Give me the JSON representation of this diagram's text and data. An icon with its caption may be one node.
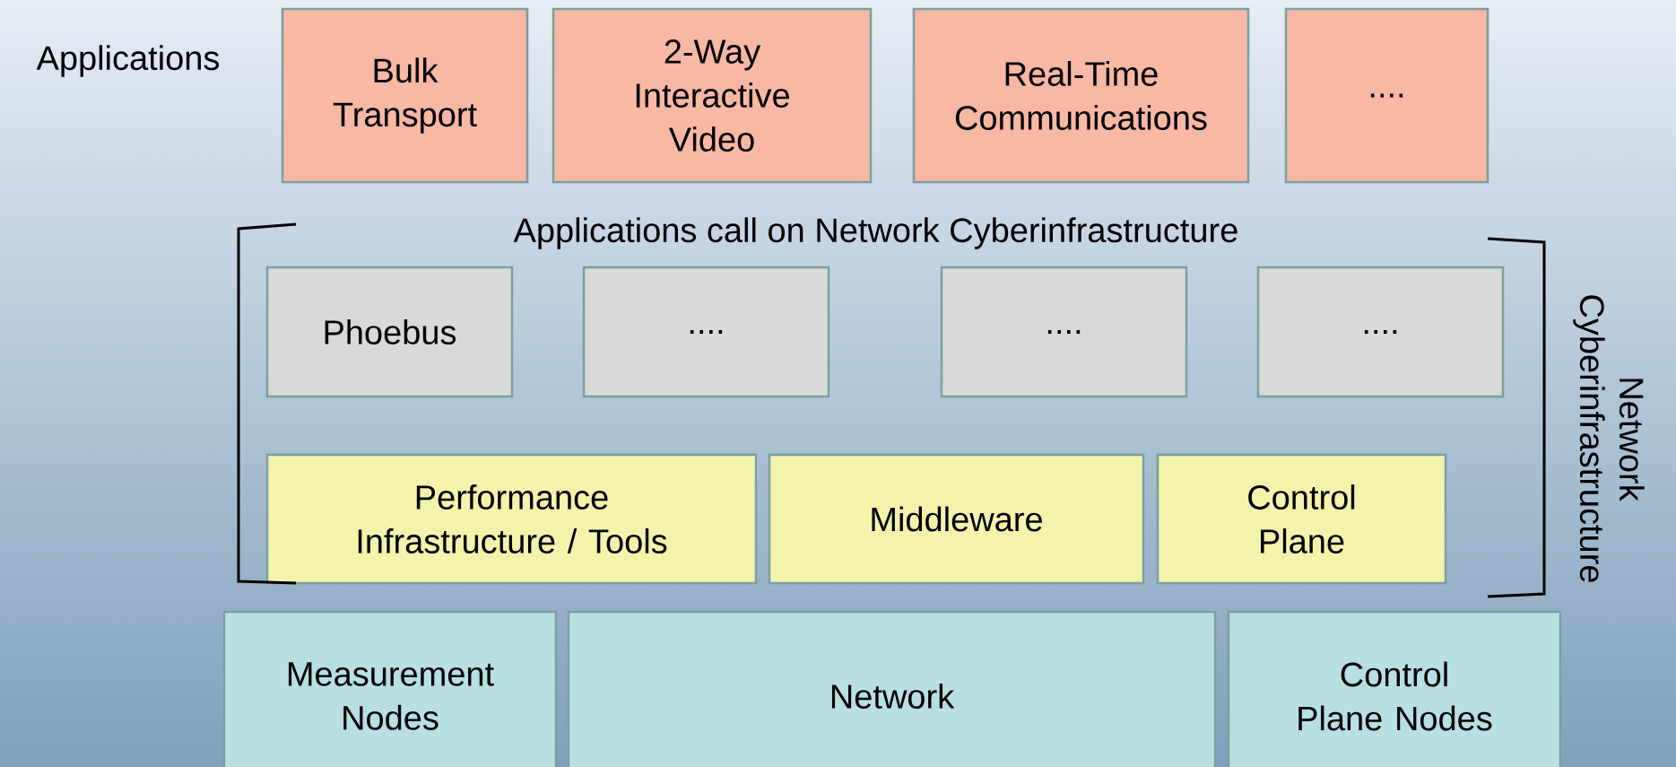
{
  "diagram": {
    "nodes": [
      {
        "text": [
          "Bulk Transport"
        ]
      },
      {
        "text": [
          "2-Way Interactive Video"
        ]
      },
      {
        "text": [
          "Real-Time Communications"
        ]
      },
      {
        "text": [
          "...."
        ]
      },
      {
        "text": [
          "Phoebus"
        ]
      },
      {
        "text": [
          "...."
        ]
      },
      {
        "text": [
          "...."
        ]
      },
      {
        "text": [
          "...."
        ]
      },
      {
        "text": [
          "Performance Infrastructure / Tools"
        ]
      },
      {
        "text": [
          "Middleware"
        ]
      },
      {
        "text": [
          "Control Plane"
        ]
      },
      {
        "text": [
          "Measurement Nodes"
        ]
      },
      {
        "text": [
          "Network"
        ]
      },
      {
        "text": [
          "Control Plane Nodes"
        ]
      }
    ],
    "labels": [
      "Applications",
      "Applications call on Network Cyberinfrastructure",
      "Network Cyberinfrastructure"
    ]
  }
}
